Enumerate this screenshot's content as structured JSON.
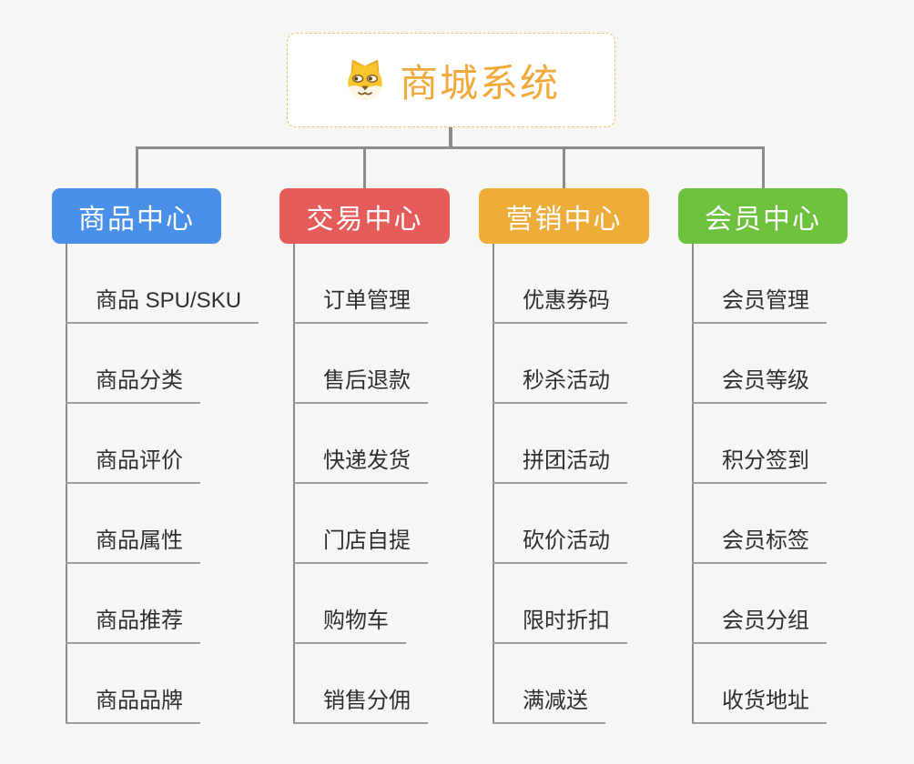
{
  "root": {
    "label": "商城系统",
    "icon": "dog-face-icon"
  },
  "branches": [
    {
      "label": "商品中心",
      "color": "#4a8fe8",
      "items": [
        "商品 SPU/SKU",
        "商品分类",
        "商品评价",
        "商品属性",
        "商品推荐",
        "商品品牌"
      ]
    },
    {
      "label": "交易中心",
      "color": "#e45d5a",
      "items": [
        "订单管理",
        "售后退款",
        "快递发货",
        "门店自提",
        "购物车",
        "销售分佣"
      ]
    },
    {
      "label": "营销中心",
      "color": "#eeac38",
      "items": [
        "优惠券码",
        "秒杀活动",
        "拼团活动",
        "砍价活动",
        "限时折扣",
        "满减送"
      ]
    },
    {
      "label": "会员中心",
      "color": "#6ec13c",
      "items": [
        "会员管理",
        "会员等级",
        "积分签到",
        "会员标签",
        "会员分组",
        "收货地址"
      ]
    }
  ],
  "colors": {
    "background": "#f6f6f5",
    "root_accent": "#f2a93c",
    "root_border": "#f3bc67",
    "connector": "#8c8c8c",
    "underline": "#9d9d9d",
    "item_text": "#2f2f2f",
    "branch_text": "#ffffff"
  }
}
